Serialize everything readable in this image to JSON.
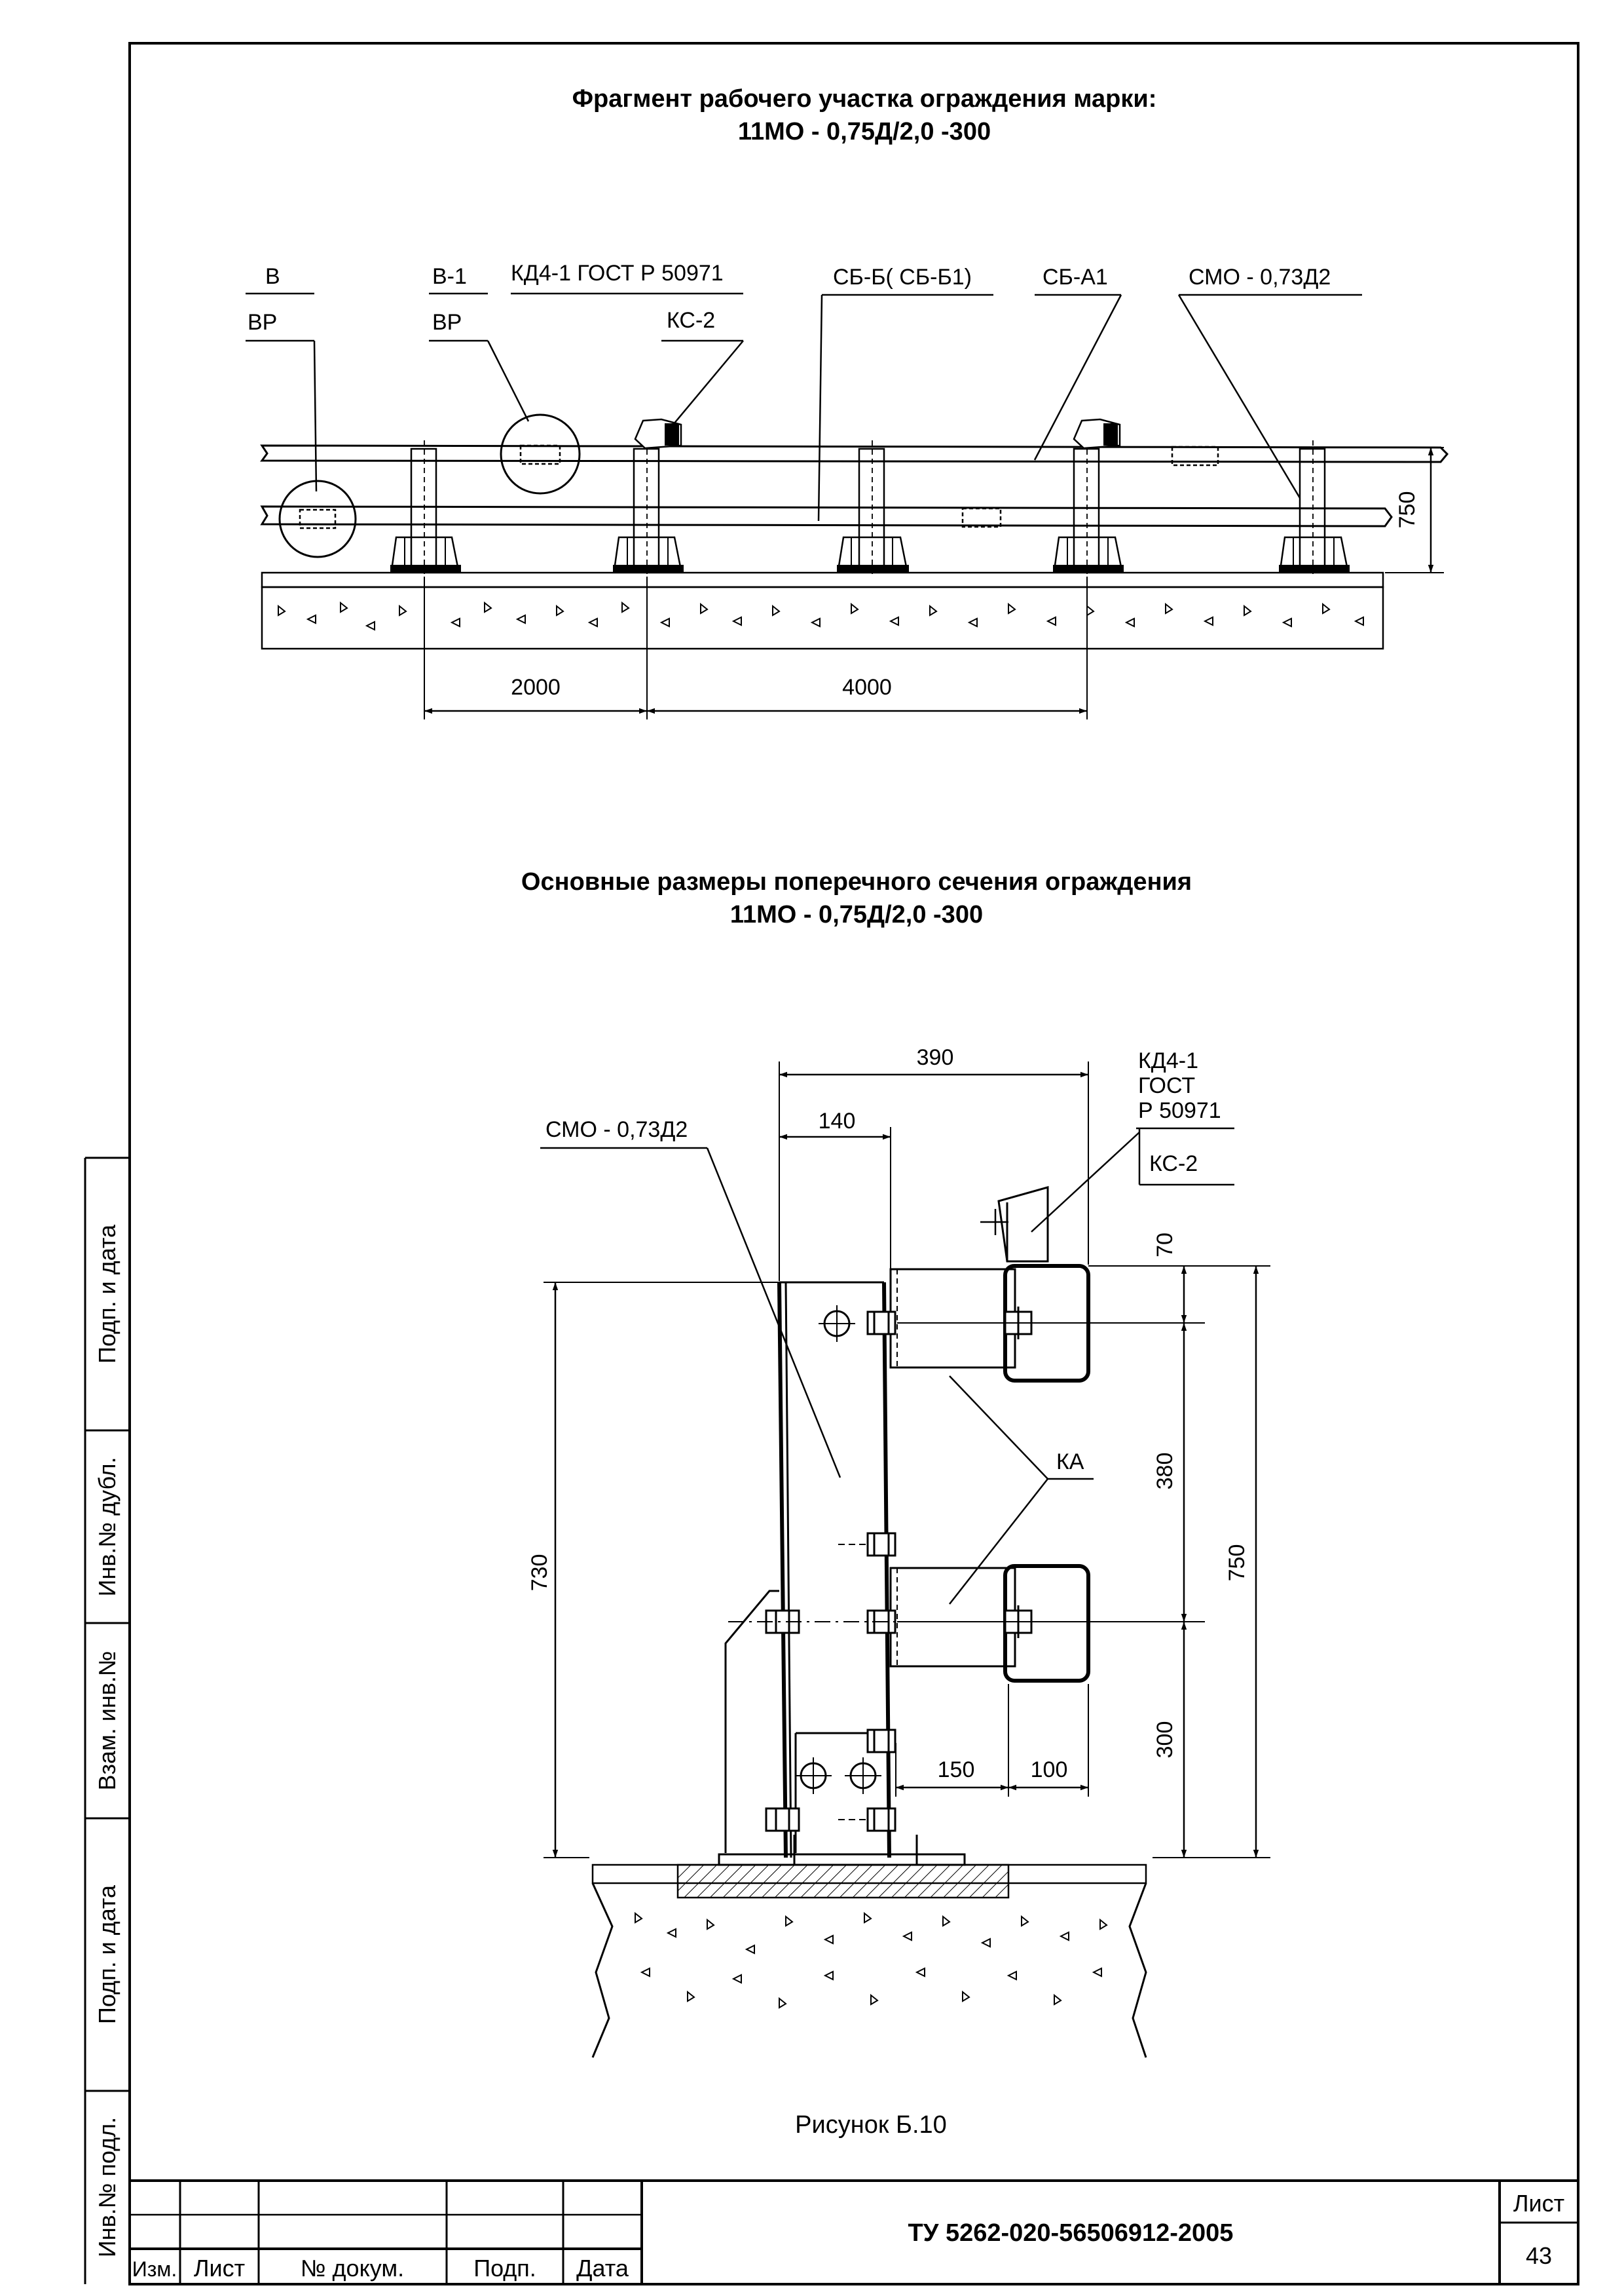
{
  "section1": {
    "title_line1": "Фрагмент рабочего участка ограждения марки:",
    "title_line2": "11МО - 0,75Д/2,0 -300",
    "labels": {
      "v": "В",
      "vr1": "ВР",
      "v1": "В-1",
      "vr2": "ВР",
      "kd": "КД4-1 ГОСТ Р 50971",
      "ks": "КС-2",
      "sbb": "СБ-Б( СБ-Б1)",
      "sba": "СБ-А1",
      "smo": "СМО - 0,73Д2"
    },
    "dims": {
      "d2000": "2000",
      "d4000": "4000",
      "d750": "750"
    }
  },
  "section2": {
    "title_line1": "Основные размеры поперечного сечения ограждения",
    "title_line2": "11МО - 0,75Д/2,0 -300",
    "labels": {
      "smo": "СМО - 0,73Д2",
      "kd1": "КД4-1",
      "kd2": "ГОСТ",
      "kd3": "Р 50971",
      "ks": "КС-2",
      "ka": "КА"
    },
    "dims": {
      "d390": "390",
      "d140": "140",
      "d70": "70",
      "d380": "380",
      "d750": "750",
      "d730": "730",
      "d300": "300",
      "d150": "150",
      "d100": "100"
    }
  },
  "caption": "Рисунок Б.10",
  "side_stamp": [
    "Подп. и дата",
    "Инв.№ дубл.",
    "Взам. инв.№",
    "Подп. и дата",
    "Инв.№ подл."
  ],
  "title_block": {
    "col_izm": "Изм.",
    "col_list": "Лист",
    "col_doc": "№ докум.",
    "col_podp": "Подп.",
    "col_data": "Дата",
    "doc_code": "ТУ 5262-020-56506912-2005",
    "sheet_label": "Лист",
    "sheet_number": "43"
  }
}
